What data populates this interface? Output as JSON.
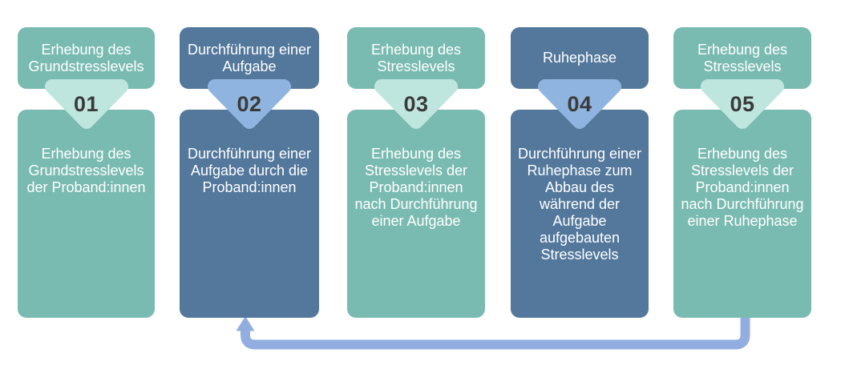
{
  "colors": {
    "teal": "#7abbb1",
    "teal_light": "#bfe6de",
    "blue": "#53789c",
    "blue_light": "#8fb4df",
    "loop_arrow": "#92addf",
    "number_text": "#3a3a3a",
    "box_text": "#ffffff",
    "background": "#ffffff"
  },
  "steps": [
    {
      "number": "01",
      "theme": "teal",
      "header": "Erhebung des\nGrundstresslevels",
      "body": "Erhebung des\nGrundstresslevels\nder Proband:innen"
    },
    {
      "number": "02",
      "theme": "blue",
      "header": "Durchführung einer\nAufgabe",
      "body": "Durchführung einer\nAufgabe durch die\nProband:innen"
    },
    {
      "number": "03",
      "theme": "teal",
      "header": "Erhebung des\nStresslevels",
      "body": "Erhebung des\nStresslevels der\nProband:innen\nnach Durchführung\neiner Aufgabe"
    },
    {
      "number": "04",
      "theme": "blue",
      "header": "Ruhephase",
      "body": "Durchführung einer\nRuhephase zum\nAbbau des\nwährend der\nAufgabe\naufgebauten\nStresslevels"
    },
    {
      "number": "05",
      "theme": "teal",
      "header": "Erhebung des\nStresslevels",
      "body": "Erhebung des\nStresslevels der\nProband:innen\nnach Durchführung\neiner Ruhephase"
    }
  ],
  "loop_arrow": {
    "from_step": "05",
    "to_step": "02",
    "description": "bottom loop arrow returning from step 05 to step 02"
  }
}
